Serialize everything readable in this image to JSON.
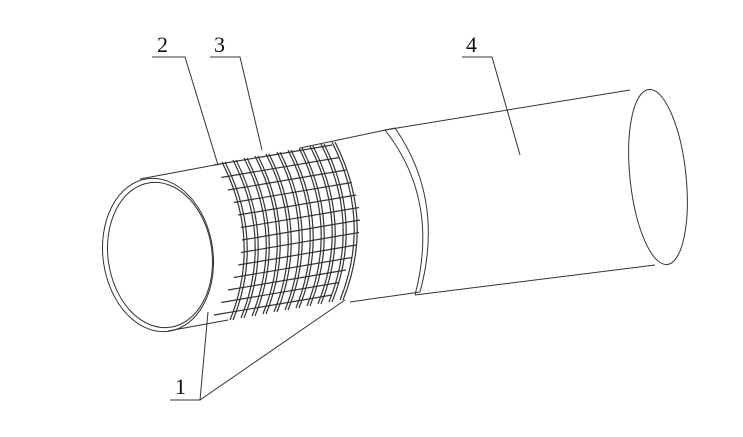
{
  "figure": {
    "labels": {
      "part1": "1",
      "part2": "2",
      "part3": "3",
      "part4": "4"
    },
    "stroke_color": "#333333"
  }
}
